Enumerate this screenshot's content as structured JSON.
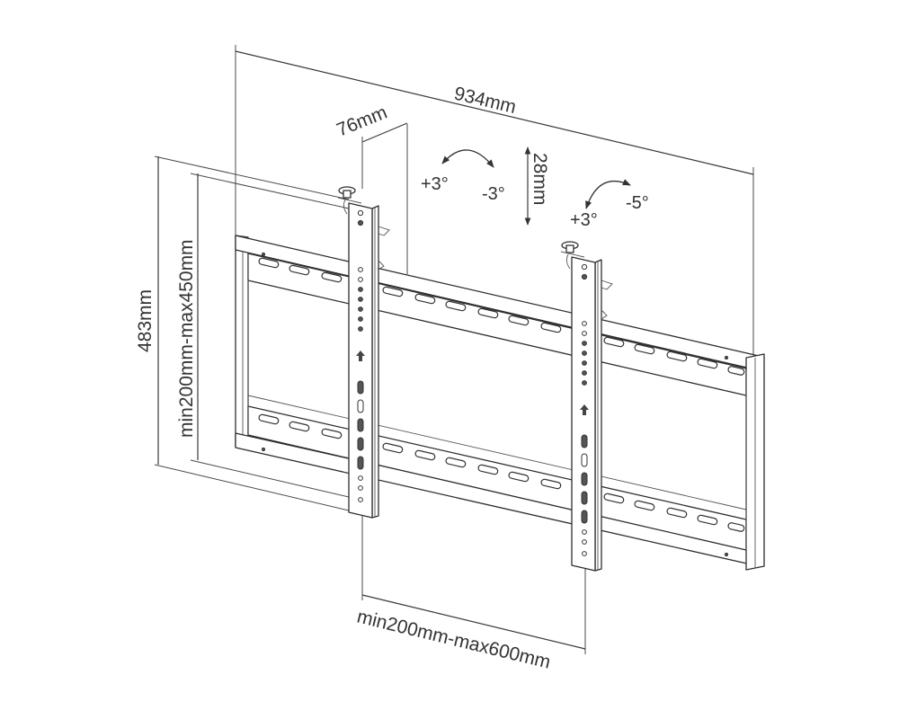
{
  "diagram": {
    "subject": "Tilting TV wall mount bracket with two vertical arms",
    "dimensions": {
      "overall_width": "934mm",
      "overall_height": "483mm",
      "arm_depth": "76mm",
      "vertical_adjust": "28mm",
      "vertical_hole_range": "min200mm-max450mm",
      "horizontal_arm_spacing": "min200mm-max600mm"
    },
    "tilt": {
      "left_arm": {
        "plus": "+3°",
        "minus": "-3°"
      },
      "right_arm": {
        "plus": "+3°",
        "minus": "-5°"
      }
    },
    "colors": {
      "line": "#2e2e2e",
      "text": "#333333",
      "background": "#ffffff"
    }
  }
}
